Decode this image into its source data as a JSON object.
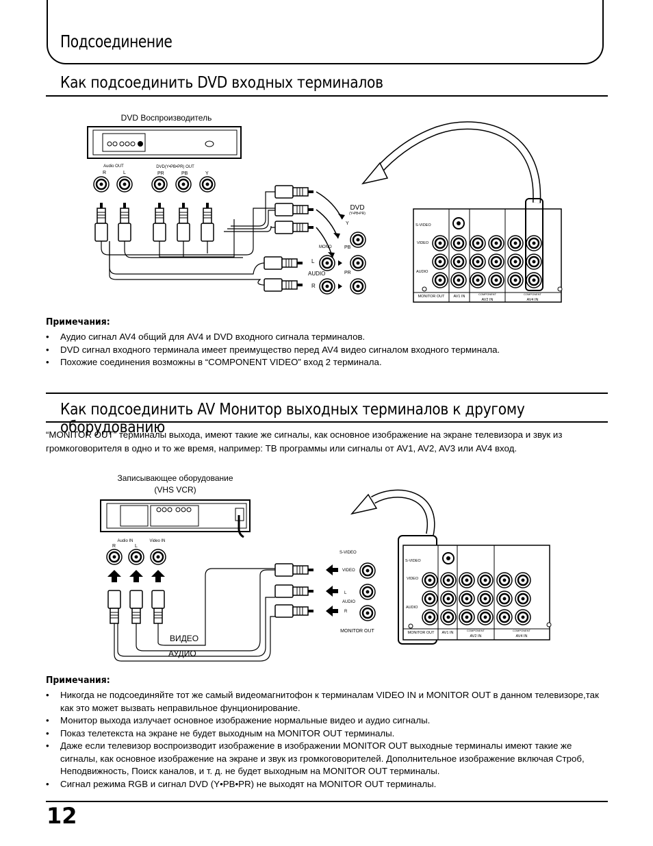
{
  "header": {
    "title": "Подсоединение"
  },
  "section1": {
    "title": "Как подсоединить DVD входных терминалов",
    "diagram": {
      "device_label": "DVD Воспроизводитель",
      "audio_out": "Audio OUT",
      "r": "R",
      "l": "L",
      "dvd_out": "DVD(Y•PB•PR) OUT",
      "pr": "PR",
      "pb": "PB",
      "y": "Y",
      "dvd": "DVD",
      "dvd_sub": "(Y•PB•PR)",
      "mono": "MONO",
      "audio": "AUDIO",
      "panel_svideo": "S-VIDEO",
      "panel_video": "VIDEO",
      "panel_audio": "AUDIO",
      "monitor_out": "MONITOR OUT",
      "av1_in": "AV1 IN",
      "av2_in": "AV2 IN",
      "av4_in": "AV4 IN",
      "component": "COMPONENT"
    },
    "notes_title": "Примечания:",
    "notes": [
      "Аудио сигнал AV4 общий для AV4 и DVD входного сигнала терминалов.",
      "DVD сигнал входного терминала имеет преимущество перед AV4 видео сигналом входного терминала.",
      "Похожие соединения возможны в “COMPONENT VIDEO” вход 2 терминала."
    ]
  },
  "section2": {
    "title": "Как подсоединить AV Монитор выходных терминалов к другому оборудованию",
    "intro": "“MONITOR OUT” терминалы выхода, имеют такие же сигналы, как основное изображение на экране телевизора и звук из громкоговорителя в одно и то же время, например: ТВ программы или сигналы от AV1, AV2, AV3 или AV4 вход.",
    "diagram": {
      "device_label_1": "Записывающее оборудование",
      "device_label_2": "(VHS VCR)",
      "audio_in": "Audio IN",
      "video_in": "Video IN",
      "r": "R",
      "l": "L",
      "svideo": "S-VIDEO",
      "video": "VIDEO",
      "audio": "AUDIO",
      "monitor_out": "MONITOR OUT",
      "cable_video": "ВИДЕО",
      "cable_audio": "АУДИО"
    },
    "notes_title": "Примечания:",
    "notes": [
      "Никогда не подсоединяйте тот же самый видеомагнитофон к терминалам VIDEO IN и MONITOR OUT в данном телевизоре,так как это может вызвать неправильное фунционирование.",
      "Монитор выхода излучает основное изображение нормальные видео и аудио сигналы.",
      "Показ телетекста на экране не будет выходным на MONITOR OUT терминалы.",
      "Даже если телевизор воспроизводит изображение в изображении MONITOR OUT выходные терминалы имеют такие же сигналы, как основное изображение на экране и звук из громкоговорителей. Дополнительное изображение включая Строб, Неподвижность, Поиск каналов, и т. д. не будет выходным на MONITOR OUT терминалы.",
      "Сигнал режима RGB и сигнал DVD (Y•PB•PR) не выходят на MONITOR OUT терминалы."
    ]
  },
  "page_number": "12"
}
